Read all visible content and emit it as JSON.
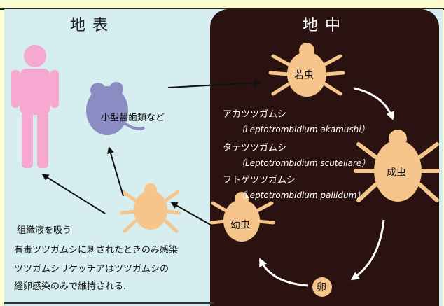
{
  "titles": {
    "surface": "地表",
    "underground": "地中"
  },
  "stages": {
    "larva": "若虫",
    "adult": "成虫",
    "juvenile": "幼虫",
    "egg": "卵"
  },
  "host": {
    "rodent": "小型齧歯類など"
  },
  "species": [
    {
      "name": "アカツツガムシ",
      "latin": "（Leptotrombidium akamushi）"
    },
    {
      "name": "タテツツガムシ",
      "latin": "（Leptotrombidium scutellare）"
    },
    {
      "name": "フトゲツツガムシ",
      "latin": "（Leptotrombidium pallidum）"
    }
  ],
  "captions": {
    "line1": "組織液を吸う",
    "line2": "有毒ツツガムシに刺されたときのみ感染",
    "line3": "ツツガムシリケッチアはツツガムシの",
    "line4": "経卵感染のみで維持される."
  },
  "colors": {
    "surface_bg": "#d6eef0",
    "underground_bg": "#2a1211",
    "mite": "#f5c58b",
    "human": "#f7a8d0",
    "rodent": "#8c8cc4"
  }
}
